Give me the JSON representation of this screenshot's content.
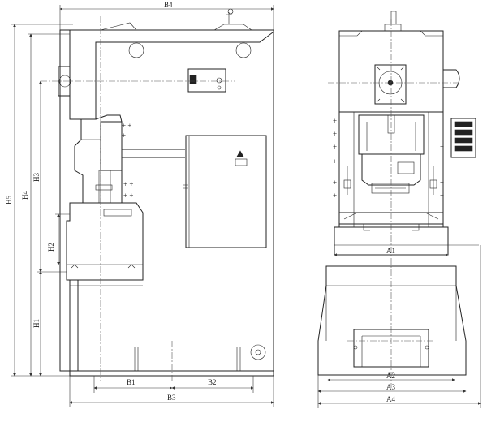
{
  "dimensions": {
    "b4": "B4",
    "h5": "H5",
    "h4": "H4",
    "h3": "H3",
    "h2": "H2",
    "h1": "H1",
    "b1": "B1",
    "b2": "B2",
    "b3": "B3",
    "a1": "A1",
    "a2": "A2",
    "a3": "A3",
    "a4": "A4"
  },
  "colors": {
    "line": "#222222",
    "center": "#555555",
    "paper": "#ffffff"
  },
  "icons": {
    "warning": "warning-triangle-icon"
  }
}
